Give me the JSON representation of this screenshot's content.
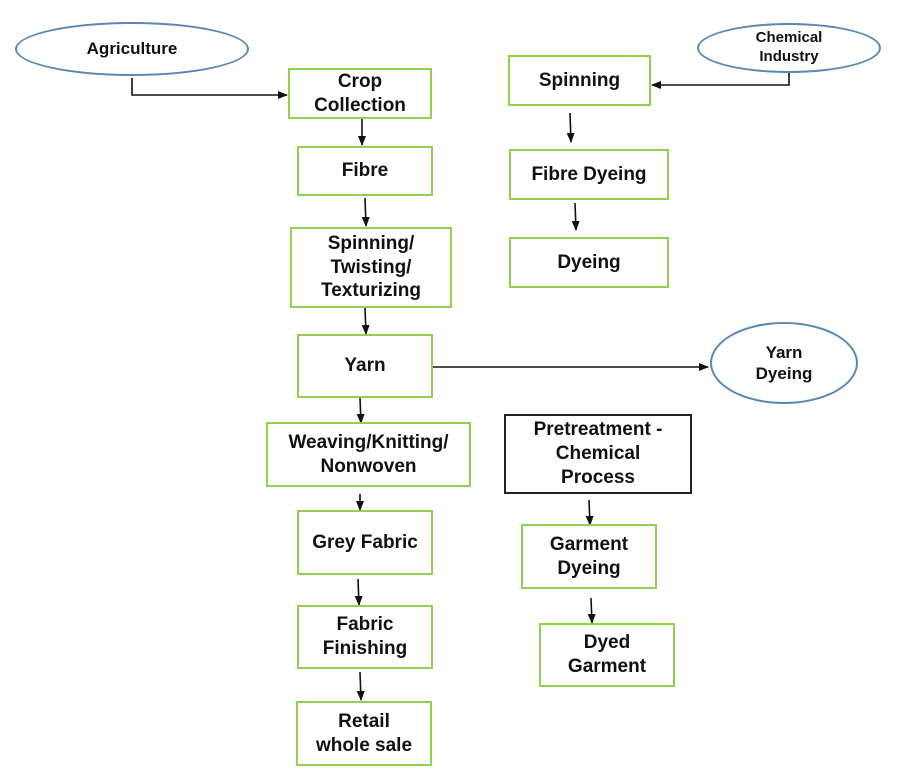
{
  "diagram": {
    "colors": {
      "process_border": "#92d050",
      "source_border": "#5b87b5",
      "pretreatment_border": "#222222",
      "arrow": "#111111"
    },
    "nodes": {
      "agriculture": "Agriculture",
      "chemical_industry": "Chemical\nIndustry",
      "crop_collection": "Crop\nCollection",
      "fibre": "Fibre",
      "spinning_twisting": "Spinning/\nTwisting/\nTexturizing",
      "yarn": "Yarn",
      "weaving": "Weaving/Knitting/\nNonwoven",
      "grey_fabric": "Grey Fabric",
      "fabric_finishing": "Fabric\nFinishing",
      "retail": "Retail\nwhole sale",
      "spinning": "Spinning",
      "fibre_dyeing": "Fibre Dyeing",
      "dyeing": "Dyeing",
      "yarn_dyeing": "Yarn\nDyeing",
      "pretreatment": "Pretreatment -\nChemical\nProcess",
      "garment_dyeing": "Garment\nDyeing",
      "dyed_garment": "Dyed\nGarment"
    },
    "edges": [
      [
        "agriculture",
        "crop_collection"
      ],
      [
        "crop_collection",
        "fibre"
      ],
      [
        "fibre",
        "spinning_twisting"
      ],
      [
        "spinning_twisting",
        "yarn"
      ],
      [
        "yarn",
        "weaving"
      ],
      [
        "weaving",
        "grey_fabric"
      ],
      [
        "grey_fabric",
        "fabric_finishing"
      ],
      [
        "fabric_finishing",
        "retail"
      ],
      [
        "chemical_industry",
        "spinning"
      ],
      [
        "spinning",
        "fibre_dyeing"
      ],
      [
        "fibre_dyeing",
        "dyeing"
      ],
      [
        "yarn",
        "yarn_dyeing"
      ],
      [
        "pretreatment",
        "garment_dyeing"
      ],
      [
        "garment_dyeing",
        "dyed_garment"
      ]
    ]
  }
}
